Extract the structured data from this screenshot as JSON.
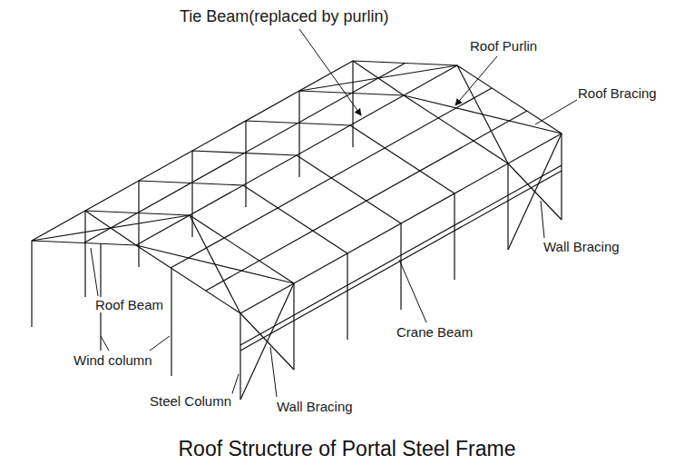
{
  "diagram": {
    "caption": "Roof Structure of Portal Steel Frame",
    "labels": [
      "Tie Beam(replaced by purlin)",
      "Roof Purlin",
      "Roof Bracing",
      "Wall Bracing",
      "Roof Beam",
      "Wind column",
      "Crane Beam",
      "Steel Column",
      "Wall Bracing"
    ]
  }
}
